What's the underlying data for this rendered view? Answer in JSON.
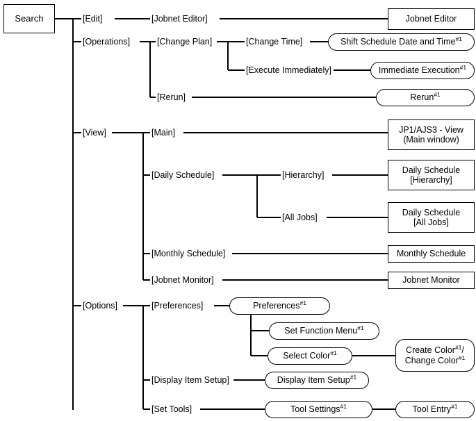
{
  "diagram": {
    "title": "Search",
    "footnote_marker": "#1",
    "colors": {
      "line": "#000000",
      "text": "#000000",
      "background": "#ffffff"
    },
    "root": {
      "label": "Search",
      "shape": "rect"
    },
    "menus": [
      {
        "label": "[Edit]",
        "shape": "label"
      },
      {
        "label": "[Operations]",
        "shape": "label"
      },
      {
        "label": "[View]",
        "shape": "label"
      },
      {
        "label": "[Options]",
        "shape": "label"
      }
    ],
    "submenus": [
      {
        "label": "[Jobnet Editor]",
        "shape": "label"
      },
      {
        "label": "[Change Plan]",
        "shape": "label"
      },
      {
        "label": "[Rerun]",
        "shape": "label"
      },
      {
        "label": "[Main]",
        "shape": "label"
      },
      {
        "label": "[Daily Schedule]",
        "shape": "label"
      },
      {
        "label": "[Monthly Schedule]",
        "shape": "label"
      },
      {
        "label": "[Jobnet Monitor]",
        "shape": "label"
      },
      {
        "label": "[Preferences]",
        "shape": "label"
      },
      {
        "label": "[Display Item Setup]",
        "shape": "label"
      },
      {
        "label": "[Set Tools]",
        "shape": "label"
      },
      {
        "label": "[Change Time]",
        "shape": "label"
      },
      {
        "label": "[Execute Immediately]",
        "shape": "label"
      },
      {
        "label": "[Hierarchy]",
        "shape": "label"
      },
      {
        "label": "[All Jobs]",
        "shape": "label"
      }
    ],
    "windows": [
      {
        "label": "Jobnet Editor",
        "shape": "rect",
        "footnote": false
      },
      {
        "label": "Shift Schedule Date and Time",
        "shape": "pill",
        "footnote": true
      },
      {
        "label": "Immediate Execution",
        "shape": "pill",
        "footnote": true
      },
      {
        "label": "Rerun",
        "shape": "pill",
        "footnote": true
      },
      {
        "label": "JP1/AJS3 - View\n(Main window)",
        "shape": "rect",
        "footnote": false
      },
      {
        "label": "Daily Schedule\n[Hierarchy]",
        "shape": "rect",
        "footnote": false
      },
      {
        "label": "Daily Schedule\n[All Jobs]",
        "shape": "rect",
        "footnote": false
      },
      {
        "label": "Monthly Schedule",
        "shape": "rect",
        "footnote": false
      },
      {
        "label": "Jobnet Monitor",
        "shape": "rect",
        "footnote": false
      },
      {
        "label": "Preferences",
        "shape": "pill",
        "footnote": true
      },
      {
        "label": "Set Function Menu",
        "shape": "pill",
        "footnote": true
      },
      {
        "label": "Select Color",
        "shape": "pill",
        "footnote": true
      },
      {
        "label": "Create Color#1 /\nChange Color",
        "shape": "pill",
        "footnote": true
      },
      {
        "label": "Display Item Setup",
        "shape": "pill",
        "footnote": true
      },
      {
        "label": "Tool Settings",
        "shape": "pill",
        "footnote": true
      },
      {
        "label": "Tool Entry",
        "shape": "pill",
        "footnote": true
      }
    ],
    "nodes": {
      "root_search": "Search",
      "menu_edit": "[Edit]",
      "menu_operations": "[Operations]",
      "menu_view": "[View]",
      "menu_options": "[Options]",
      "sub_jobnet_editor": "[Jobnet Editor]",
      "sub_change_plan": "[Change Plan]",
      "sub_rerun": "[Rerun]",
      "sub_change_time": "[Change Time]",
      "sub_execute_immediately": "[Execute Immediately]",
      "sub_main": "[Main]",
      "sub_daily_schedule": "[Daily Schedule]",
      "sub_hierarchy": "[Hierarchy]",
      "sub_all_jobs": "[All Jobs]",
      "sub_monthly_schedule": "[Monthly Schedule]",
      "sub_jobnet_monitor": "[Jobnet Monitor]",
      "sub_preferences": "[Preferences]",
      "sub_display_item_setup": "[Display Item Setup]",
      "sub_set_tools": "[Set Tools]",
      "win_jobnet_editor": "Jobnet Editor",
      "win_shift_schedule": "Shift Schedule Date and Time",
      "win_immediate_execution": "Immediate Execution",
      "win_rerun": "Rerun",
      "win_jp1ajs3_view_l1": "JP1/AJS3 - View",
      "win_jp1ajs3_view_l2": "(Main window)",
      "win_daily_hierarchy_l1": "Daily Schedule",
      "win_daily_hierarchy_l2": "[Hierarchy]",
      "win_daily_alljobs_l1": "Daily Schedule",
      "win_daily_alljobs_l2": "[All Jobs]",
      "win_monthly_schedule": "Monthly Schedule",
      "win_jobnet_monitor": "Jobnet Monitor",
      "win_preferences": "Preferences",
      "win_set_function_menu": "Set Function Menu",
      "win_select_color": "Select Color",
      "win_create_color": "Create Color",
      "win_change_color": "Change Color",
      "win_display_item_setup": "Display Item Setup",
      "win_tool_settings": "Tool Settings",
      "win_tool_entry": "Tool Entry",
      "sup_mark": "#1",
      "slash": "/"
    }
  }
}
